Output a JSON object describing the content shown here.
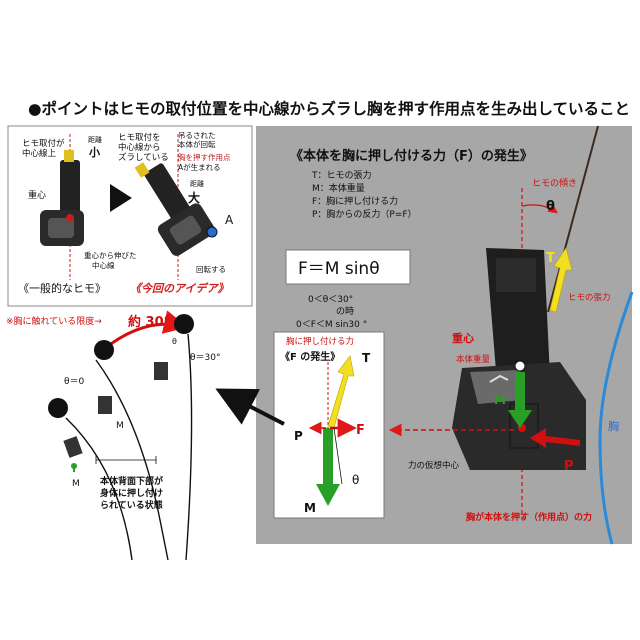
{
  "headline": "●ポイントはヒモの取付位置を中心線からズラし胸を押す作用点を生み出していること",
  "left_panel": {
    "note_strap_on_center": "ヒモ取付が",
    "note_strap_on_center2": "中心線上",
    "distance_label": "距離",
    "small": "小",
    "gravity_center": "重心",
    "center_line_note1": "重心から伸びた",
    "center_line_note2": "中心線",
    "caption": "《一般的なヒモ》"
  },
  "right_panel": {
    "offset_note1": "ヒモ取付を",
    "offset_note2": "中心線から",
    "offset_note3": "ズラしている",
    "hung_note1": "吊るされた",
    "hung_note2": "本体が回転",
    "press_note1": "胸を押す作用点",
    "press_note2": "Aが生まれる",
    "distance_label": "距離",
    "large": "大",
    "point_a": "A",
    "rotate": "回転する",
    "caption": "《今回のアイデア》"
  },
  "gray_panel": {
    "title": "《本体を胸に押し付ける力（F）の発生》",
    "legend": [
      "T：ヒモの張力",
      "M：本体重量",
      "F：胸に押し付ける力",
      "P：胸からの反力（P=F）"
    ],
    "strap_angle": "ヒモの傾き",
    "theta": "θ",
    "formula": "F＝M sinθ",
    "condition1": "0＜θ＜30°",
    "condition2": "の時",
    "condition3": "0＜F＜M sin30 °",
    "T": "T",
    "strap_tension": "ヒモの張力",
    "gravity": "重心",
    "weight": "本体重量",
    "M": "M",
    "F": "F",
    "P": "P",
    "chest": "胸",
    "virtual_center": "力の仮想中心",
    "press_point": "胸が本体を押す（作用点）の力"
  },
  "force_box": {
    "title1": "胸に押し付ける力",
    "title2": "《F の発生》",
    "T": "T",
    "P": "P",
    "F": "F",
    "M": "M",
    "theta": "θ"
  },
  "bottom_left": {
    "limit": "※胸に触れている限度→",
    "about30": "約 30°",
    "theta0": "θ＝0",
    "theta30": "θ＝30°",
    "theta": "θ",
    "M1": "M",
    "M2": "M",
    "state1": "本体背面下部が",
    "state2": "身体に押し付け",
    "state3": "られている状態"
  }
}
